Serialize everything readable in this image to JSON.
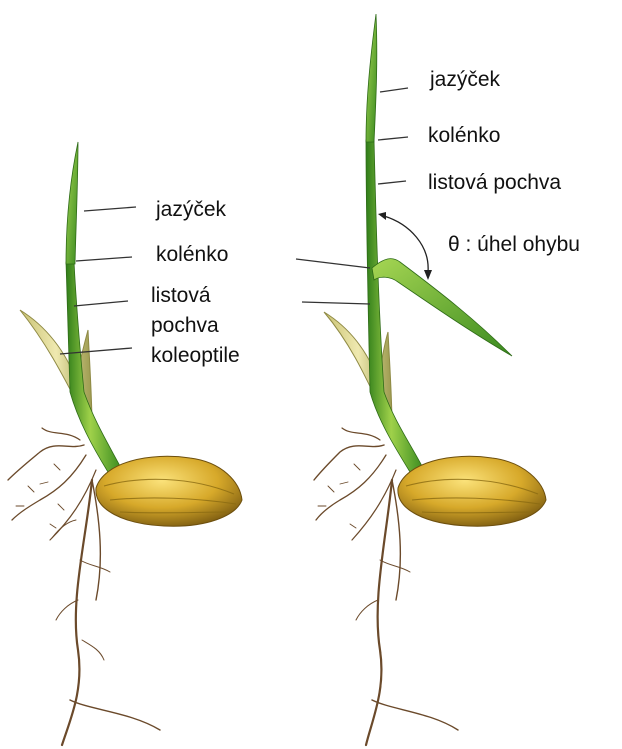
{
  "left_seedling": {
    "labels": {
      "ligule": "jazýček",
      "node": "kolénko",
      "sheath_line1": "listová",
      "sheath_line2": "pochva",
      "coleoptile": "koleoptile"
    }
  },
  "right_seedling": {
    "labels": {
      "ligule": "jazýček",
      "node": "kolénko",
      "sheath": "listová pochva",
      "angle": "θ : úhel ohybu"
    }
  },
  "colors": {
    "stem_light": "#9fd14a",
    "stem_dark": "#2f7d19",
    "coleoptile": "#d9d58a",
    "grain_light": "#f0cf4c",
    "grain_dark": "#8a6a12",
    "root": "#6b4a2b",
    "leader": "#333333"
  }
}
